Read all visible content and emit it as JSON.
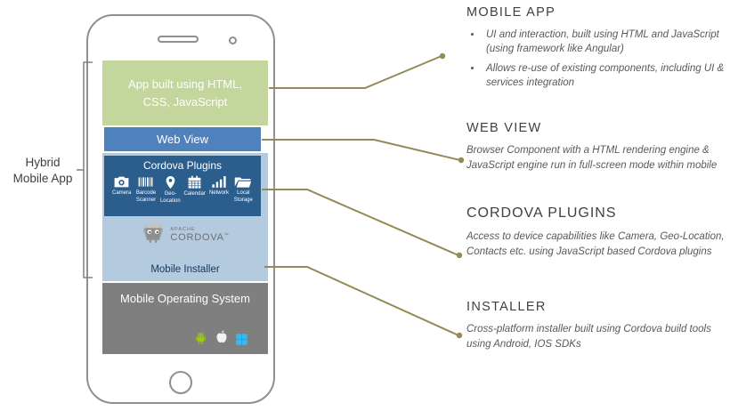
{
  "left_label": {
    "line1": "Hybrid",
    "line2": "Mobile App"
  },
  "phone": {
    "app_layer": "App built using HTML, CSS, JavaScript",
    "web_view": "Web View",
    "cordova_plugins_title": "Cordova Plugins",
    "plugins": [
      {
        "name": "camera",
        "label": "Camera"
      },
      {
        "name": "barcode-scanner",
        "label": "Barcode Scanner"
      },
      {
        "name": "geo-location",
        "label": "Geo-Location"
      },
      {
        "name": "calendar",
        "label": "Calendar"
      },
      {
        "name": "network",
        "label": "Network"
      },
      {
        "name": "local-storage",
        "label": "Local Storage"
      }
    ],
    "cordova_brand": {
      "apache": "APACHE",
      "name": "CORDOVA",
      "tm": "™"
    },
    "mobile_installer": "Mobile Installer",
    "os_label": "Mobile Operating System"
  },
  "annotations": [
    {
      "title": "MOBILE APP",
      "bullets": [
        "UI and interaction, built using HTML and JavaScript (using framework like Angular)",
        "Allows re-use of existing components, including UI & services integration"
      ]
    },
    {
      "title": "WEB VIEW",
      "body": "Browser Component with a HTML rendering engine & JavaScript engine run in full-screen mode within mobile"
    },
    {
      "title": "CORDOVA PLUGINS",
      "body": "Access to device capabilities like Camera, Geo-Location, Contacts etc. using JavaScript based Cordova plugins"
    },
    {
      "title": "INSTALLER",
      "body": "Cross-platform installer built using Cordova build tools using Android, IOS SDKs"
    }
  ],
  "colors": {
    "app-layer-bg": "#c3d69b",
    "webview-bg": "#4f81bd",
    "plugins-bg": "#2b5d8d",
    "cordova-panel-bg": "#b4cade",
    "installer-text": "#17375e",
    "os-bg": "#7f7f7f",
    "connector": "#948a54",
    "bracket": "#808080",
    "heading-text": "#404040",
    "body-text": "#595959",
    "android-green": "#9bc90d",
    "windows-blue": "#35b9f1"
  }
}
